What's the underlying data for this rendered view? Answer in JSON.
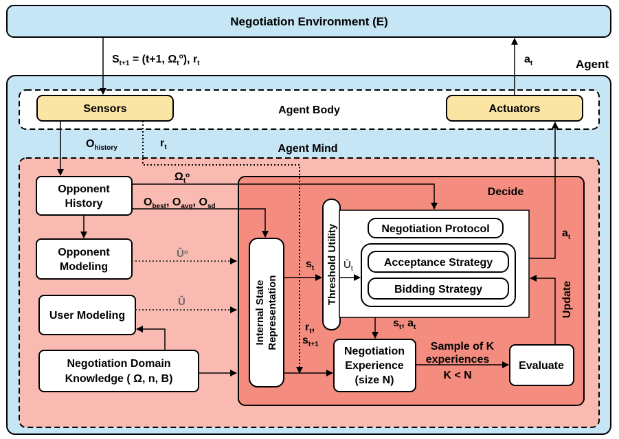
{
  "environment": {
    "title": "Negotiation Environment (E)"
  },
  "agent": {
    "label": "Agent",
    "body_label": "Agent Body",
    "mind_label": "Agent Mind",
    "decide_label": "Decide"
  },
  "nodes": {
    "sensors": "Sensors",
    "actuators": "Actuators",
    "opponent_history": [
      "Opponent",
      "History"
    ],
    "opponent_modeling": [
      "Opponent",
      "Modeling"
    ],
    "user_modeling": "User Modeling",
    "domain_knowledge": [
      "Negotiation Domain",
      "Knowledge ( Ω, n, B)"
    ],
    "internal_state": [
      "Internal  State",
      "Representation"
    ],
    "threshold_utility": "Threshold Utility",
    "negotiation_protocol": "Negotiation Protocol",
    "acceptance_strategy": "Acceptance Strategy",
    "bidding_strategy": "Bidding Strategy",
    "negotiation_experience": [
      "Negotiation",
      "Experience",
      "(size N)"
    ],
    "evaluate": "Evaluate"
  },
  "edges": {
    "state": {
      "s": "S",
      "s_sub": "t+1",
      "eq": " = (t+1, Ω",
      "omega_sub": "t",
      "omega_sup": "o",
      "tail": "), r",
      "r_sub": "t"
    },
    "action": {
      "a": "a",
      "sub": "t"
    },
    "o_history": {
      "o": "O",
      "sub": "history"
    },
    "reward": {
      "r": "r",
      "sub": "t"
    },
    "omega_o": {
      "omega": "Ω",
      "sub": "t",
      "sup": "o"
    },
    "o_stats": {
      "o1": "O",
      "s1": "best",
      "sep1": ", O",
      "s2": "avg",
      "sep2": ", O",
      "s3": "sd"
    },
    "u_hat_o": {
      "u": "Û",
      "sup": "o"
    },
    "u_hat": "Û",
    "s_t": {
      "s": "s",
      "sub": "t"
    },
    "u_bar_t": {
      "u": "Ū",
      "sub": "t"
    },
    "st_at": {
      "s": "s",
      "s_sub": "t",
      "sep": ", a",
      "a_sub": "t"
    },
    "rt_st1": {
      "r": "r",
      "r_sub": "t",
      "r_tail": ",",
      "s": "s",
      "s_sub": "t+1"
    },
    "sample": [
      "Sample of K",
      "experiences",
      "K < N"
    ],
    "a_t_right": {
      "a": "a",
      "sub": "t"
    },
    "update": "Update"
  },
  "colors": {
    "environment_fill": "#c6e5f5",
    "agent_fill": "#c6e5f5",
    "mind_fill": "#f9bab1",
    "decide_fill": "#f48d80",
    "sensor_fill": "#fbe5a4"
  }
}
